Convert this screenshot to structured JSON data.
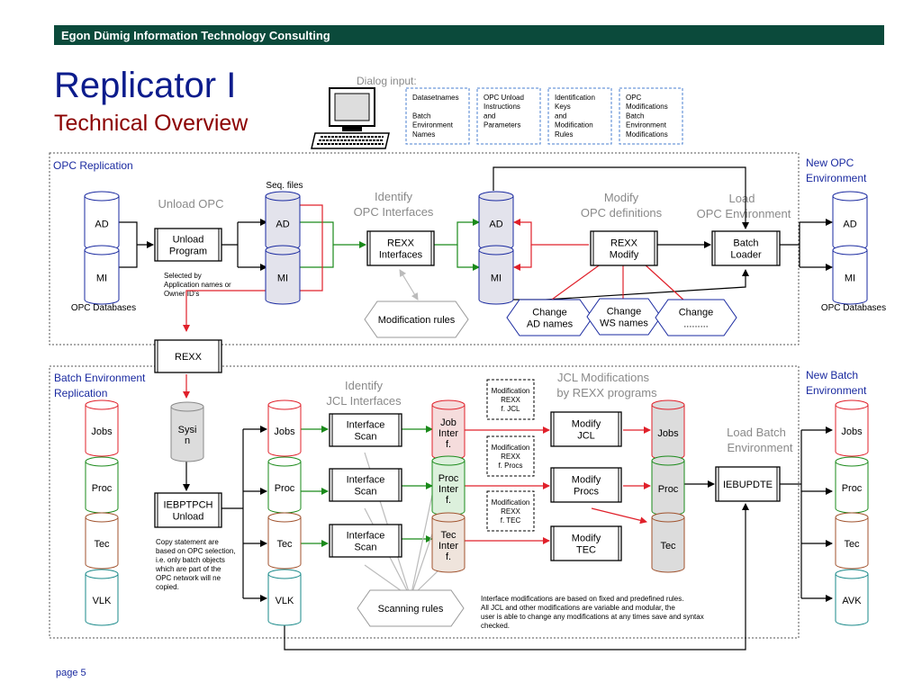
{
  "header": {
    "company": "Egon Dümig Information Technology Consulting"
  },
  "title": {
    "main": "Replicator I",
    "sub": "Technical Overview"
  },
  "dialog": {
    "label": "Dialog input:",
    "boxes": [
      [
        "Datasetnames",
        "",
        "Batch",
        "Environment",
        "Names"
      ],
      [
        "OPC Unload",
        "Instructions",
        "and",
        "Parameters"
      ],
      [
        "Identification",
        "Keys",
        "and",
        "Modification",
        "Rules"
      ],
      [
        "OPC",
        "Modifications",
        "Batch",
        "Environment",
        "Modifications"
      ]
    ]
  },
  "opc": {
    "section": "OPC Replication",
    "seq_files": "Seq. files",
    "unload_label": "Unload OPC",
    "identify_label": [
      "Identify",
      "OPC Interfaces"
    ],
    "modify_label": [
      "Modify",
      "OPC definitions"
    ],
    "load_label": [
      "Load",
      "OPC Environment"
    ],
    "new_env": [
      "New OPC",
      "Environment"
    ],
    "ad": "AD",
    "mi": "MI",
    "databases": "OPC Databases",
    "unload_program": [
      "Unload",
      "Program"
    ],
    "selected_note": [
      "Selected by",
      "Application names or",
      "Owner ID's"
    ],
    "rexx_interfaces": [
      "REXX",
      "Interfaces"
    ],
    "rexx_modify": [
      "REXX",
      "Modify"
    ],
    "batch_loader": [
      "Batch",
      "Loader"
    ],
    "modification_rules": "Modification rules",
    "changes": [
      [
        "Change",
        "AD names"
      ],
      [
        "Change",
        "WS names"
      ],
      [
        "Change",
        "........."
      ]
    ]
  },
  "rexx_center": "REXX",
  "batch": {
    "section": [
      "Batch Environment",
      "Replication"
    ],
    "identify_label": [
      "Identify",
      "JCL Interfaces"
    ],
    "jcl_mod_label": [
      "JCL Modifications",
      "by REXX programs"
    ],
    "load_label": [
      "Load Batch",
      "Environment"
    ],
    "new_env": [
      "New Batch",
      "Environment"
    ],
    "src": [
      "Jobs",
      "Proc",
      "Tec",
      "VLK"
    ],
    "sysin": [
      "Sysi",
      "n"
    ],
    "iebptpch": [
      "IEBPTPCH",
      "Unload"
    ],
    "copy_note": [
      "Copy statement are",
      "based on OPC selection,",
      "i.e. only batch objects",
      "which are part of the",
      "OPC network will ne",
      "copied."
    ],
    "mid": [
      "Jobs",
      "Proc",
      "Tec",
      "VLK"
    ],
    "interface_scan": [
      "Interface",
      "Scan"
    ],
    "intf": [
      [
        "Job",
        "Inter",
        "f."
      ],
      [
        "Proc",
        "Inter",
        "f."
      ],
      [
        "Tec",
        "Inter",
        "f."
      ]
    ],
    "mod_rexx": [
      [
        "Modification",
        "REXX",
        "f. JCL"
      ],
      [
        "Modification",
        "REXX",
        "f. Procs"
      ],
      [
        "Modification",
        "REXX",
        "f. TEC"
      ]
    ],
    "modify": [
      [
        "Modify",
        "JCL"
      ],
      [
        "Modify",
        "Procs"
      ],
      [
        "Modify",
        "TEC"
      ]
    ],
    "targets": [
      "Jobs",
      "Proc",
      "Tec"
    ],
    "iebupdte": "IEBUPDTE",
    "new": [
      "Jobs",
      "Proc",
      "Tec",
      "AVK"
    ],
    "scanning_rules": "Scanning rules",
    "bottom_note": [
      "Interface modifications are based on fixed and predefined rules.",
      "All JCL and other modifications are variable and modular, the",
      "user is able to change any modifications at any times save and syntax",
      "checked."
    ]
  },
  "footer": {
    "page": "page 5"
  },
  "colors": {
    "header": "#0b4a3b",
    "title": "#0c1c8c",
    "subtitle": "#8b0000",
    "section": "#1a2aa0",
    "gray_label": "#8a8a8a",
    "red": "#e0202a",
    "green": "#1a8a1a",
    "dialog_box": "#4a7fd0"
  }
}
